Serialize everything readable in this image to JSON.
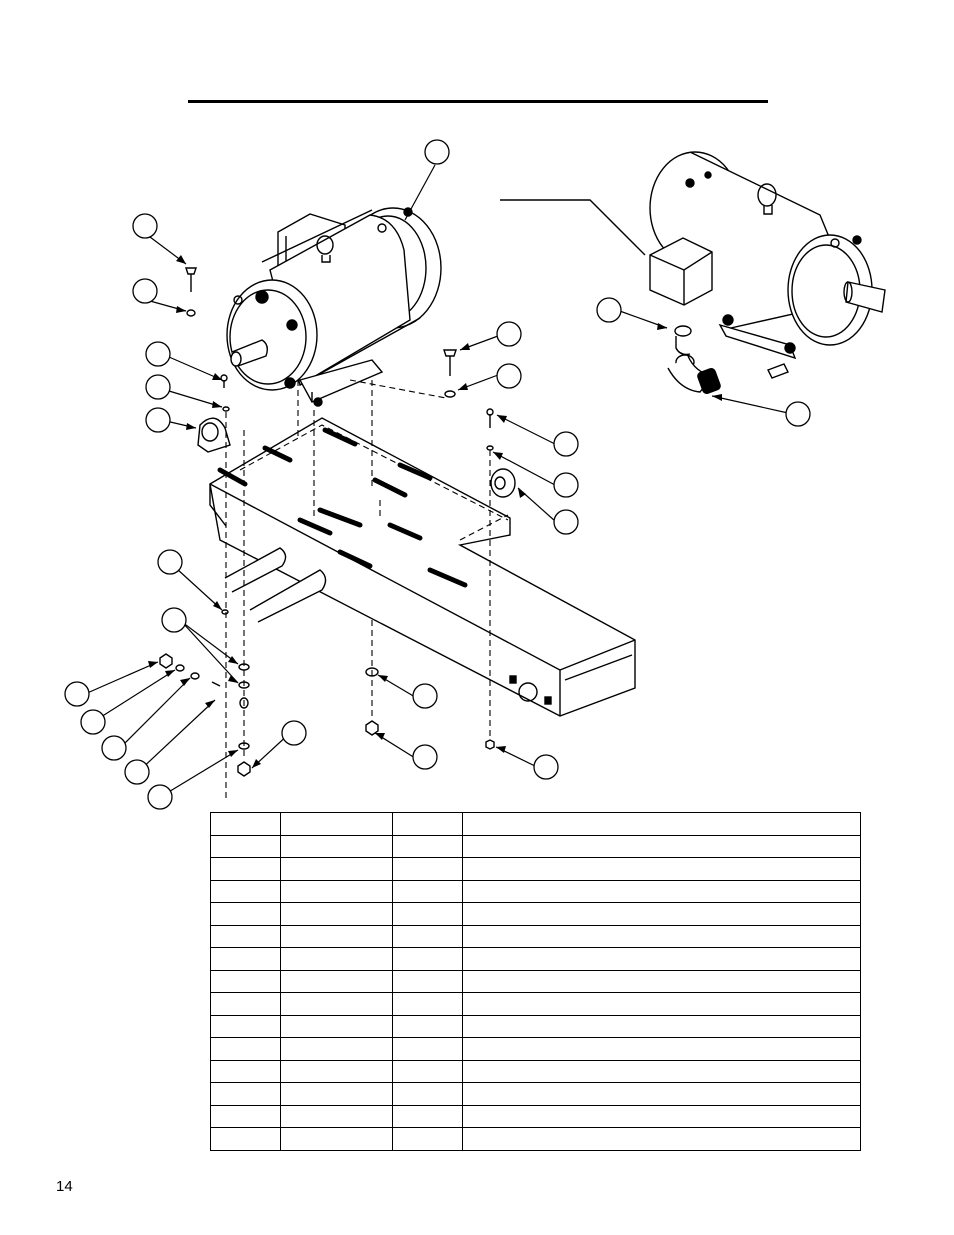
{
  "page": {
    "number": "14"
  },
  "diagram": {
    "callouts": [
      {
        "id": "c1"
      },
      {
        "id": "c2"
      },
      {
        "id": "c3"
      },
      {
        "id": "c4"
      },
      {
        "id": "c5"
      },
      {
        "id": "c6"
      },
      {
        "id": "c7"
      },
      {
        "id": "c8"
      },
      {
        "id": "c9"
      },
      {
        "id": "c10"
      },
      {
        "id": "c11"
      },
      {
        "id": "c12"
      },
      {
        "id": "c13"
      },
      {
        "id": "c14"
      },
      {
        "id": "c15"
      },
      {
        "id": "c16"
      },
      {
        "id": "c17"
      },
      {
        "id": "c18"
      },
      {
        "id": "c19"
      },
      {
        "id": "c20"
      },
      {
        "id": "c21"
      },
      {
        "id": "c22"
      },
      {
        "id": "c23"
      },
      {
        "id": "c24"
      }
    ]
  },
  "parts_table": {
    "rows": [
      [
        "",
        "",
        "",
        ""
      ],
      [
        "",
        "",
        "",
        ""
      ],
      [
        "",
        "",
        "",
        ""
      ],
      [
        "",
        "",
        "",
        ""
      ],
      [
        "",
        "",
        "",
        ""
      ],
      [
        "",
        "",
        "",
        ""
      ],
      [
        "",
        "",
        "",
        ""
      ],
      [
        "",
        "",
        "",
        ""
      ],
      [
        "",
        "",
        "",
        ""
      ],
      [
        "",
        "",
        "",
        ""
      ],
      [
        "",
        "",
        "",
        ""
      ],
      [
        "",
        "",
        "",
        ""
      ],
      [
        "",
        "",
        "",
        ""
      ],
      [
        "",
        "",
        "",
        ""
      ],
      [
        "",
        "",
        "",
        ""
      ]
    ]
  }
}
